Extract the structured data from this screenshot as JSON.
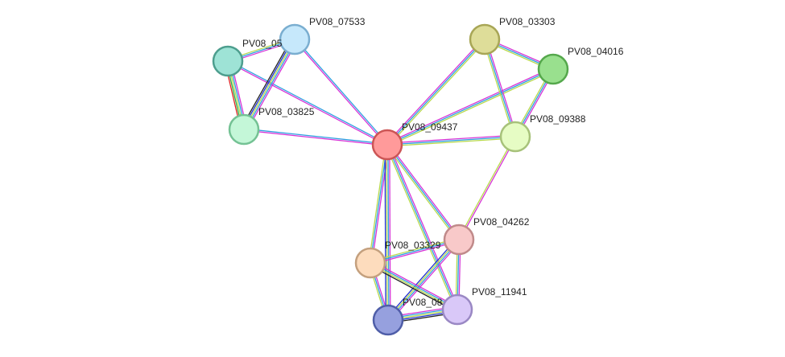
{
  "network": {
    "evidence_colors": [
      "#d633d6",
      "#2e9fe0",
      "#b8d94c",
      "#1f2fd1",
      "#222222",
      "#2aaa44",
      "#e02020"
    ],
    "nodes": [
      {
        "id": "n09437",
        "label": "PV08_09437",
        "fill": "#ff9a9a",
        "stroke": "#cc5555"
      },
      {
        "id": "n07533",
        "label": "PV08_07533",
        "fill": "#c6e8fb",
        "stroke": "#7aaed0"
      },
      {
        "id": "n05",
        "label": "PV08_05",
        "fill": "#9ee3d6",
        "stroke": "#4d9e8e"
      },
      {
        "id": "n03825",
        "label": "PV08_03825",
        "fill": "#c4f7d8",
        "stroke": "#74c294"
      },
      {
        "id": "n03303",
        "label": "PV08_03303",
        "fill": "#dedd99",
        "stroke": "#a8a656"
      },
      {
        "id": "n04016",
        "label": "PV08_04016",
        "fill": "#99e08e",
        "stroke": "#55a84c"
      },
      {
        "id": "n09388",
        "label": "PV08_09388",
        "fill": "#e6fcc4",
        "stroke": "#a7c27a"
      },
      {
        "id": "n04262",
        "label": "PV08_04262",
        "fill": "#f8c9c9",
        "stroke": "#c08a8a"
      },
      {
        "id": "n03329",
        "label": "PV08_03329",
        "fill": "#fddcbd",
        "stroke": "#c4a07e"
      },
      {
        "id": "n08",
        "label": "PV08_08",
        "fill": "#96a0de",
        "stroke": "#4f5ea8"
      },
      {
        "id": "n11941",
        "label": "PV08_11941",
        "fill": "#d9c8f8",
        "stroke": "#9a88c4"
      }
    ],
    "edges": [
      {
        "source": "n09437",
        "target": "n07533",
        "evidence": [
          "#d633d6",
          "#2e9fe0"
        ]
      },
      {
        "source": "n09437",
        "target": "n05",
        "evidence": [
          "#d633d6",
          "#2e9fe0"
        ]
      },
      {
        "source": "n09437",
        "target": "n03825",
        "evidence": [
          "#d633d6",
          "#2e9fe0"
        ]
      },
      {
        "source": "n09437",
        "target": "n03303",
        "evidence": [
          "#d633d6",
          "#2e9fe0",
          "#b8d94c"
        ]
      },
      {
        "source": "n09437",
        "target": "n04016",
        "evidence": [
          "#d633d6",
          "#2e9fe0",
          "#b8d94c"
        ]
      },
      {
        "source": "n09437",
        "target": "n09388",
        "evidence": [
          "#d633d6",
          "#2e9fe0",
          "#b8d94c"
        ]
      },
      {
        "source": "n09437",
        "target": "n04262",
        "evidence": [
          "#d633d6",
          "#2e9fe0",
          "#b8d94c"
        ]
      },
      {
        "source": "n09437",
        "target": "n03329",
        "evidence": [
          "#d633d6",
          "#2e9fe0",
          "#b8d94c"
        ]
      },
      {
        "source": "n09437",
        "target": "n08",
        "evidence": [
          "#d633d6",
          "#2e9fe0",
          "#b8d94c",
          "#1f2fd1"
        ]
      },
      {
        "source": "n09437",
        "target": "n11941",
        "evidence": [
          "#d633d6",
          "#2e9fe0",
          "#b8d94c"
        ]
      },
      {
        "source": "n07533",
        "target": "n05",
        "evidence": [
          "#d633d6",
          "#2e9fe0",
          "#b8d94c"
        ]
      },
      {
        "source": "n07533",
        "target": "n03825",
        "evidence": [
          "#d633d6",
          "#2e9fe0",
          "#b8d94c",
          "#1f2fd1",
          "#222222"
        ]
      },
      {
        "source": "n05",
        "target": "n03825",
        "evidence": [
          "#d633d6",
          "#2e9fe0",
          "#b8d94c",
          "#2aaa44",
          "#e02020"
        ]
      },
      {
        "source": "n03303",
        "target": "n04016",
        "evidence": [
          "#d633d6",
          "#2e9fe0",
          "#b8d94c"
        ]
      },
      {
        "source": "n03303",
        "target": "n09388",
        "evidence": [
          "#d633d6",
          "#2e9fe0",
          "#b8d94c"
        ]
      },
      {
        "source": "n04016",
        "target": "n09388",
        "evidence": [
          "#d633d6",
          "#2e9fe0",
          "#b8d94c"
        ]
      },
      {
        "source": "n09388",
        "target": "n04262",
        "evidence": [
          "#d633d6",
          "#b8d94c"
        ]
      },
      {
        "source": "n04262",
        "target": "n03329",
        "evidence": [
          "#d633d6",
          "#2e9fe0",
          "#b8d94c"
        ]
      },
      {
        "source": "n04262",
        "target": "n08",
        "evidence": [
          "#d633d6",
          "#2e9fe0",
          "#b8d94c",
          "#1f2fd1"
        ]
      },
      {
        "source": "n04262",
        "target": "n11941",
        "evidence": [
          "#d633d6",
          "#2e9fe0",
          "#b8d94c"
        ]
      },
      {
        "source": "n03329",
        "target": "n08",
        "evidence": [
          "#d633d6",
          "#2e9fe0",
          "#b8d94c"
        ]
      },
      {
        "source": "n03329",
        "target": "n11941",
        "evidence": [
          "#d633d6",
          "#2e9fe0",
          "#b8d94c",
          "#222222"
        ]
      },
      {
        "source": "n08",
        "target": "n11941",
        "evidence": [
          "#d633d6",
          "#2e9fe0",
          "#b8d94c",
          "#1f2fd1",
          "#222222"
        ]
      }
    ]
  }
}
